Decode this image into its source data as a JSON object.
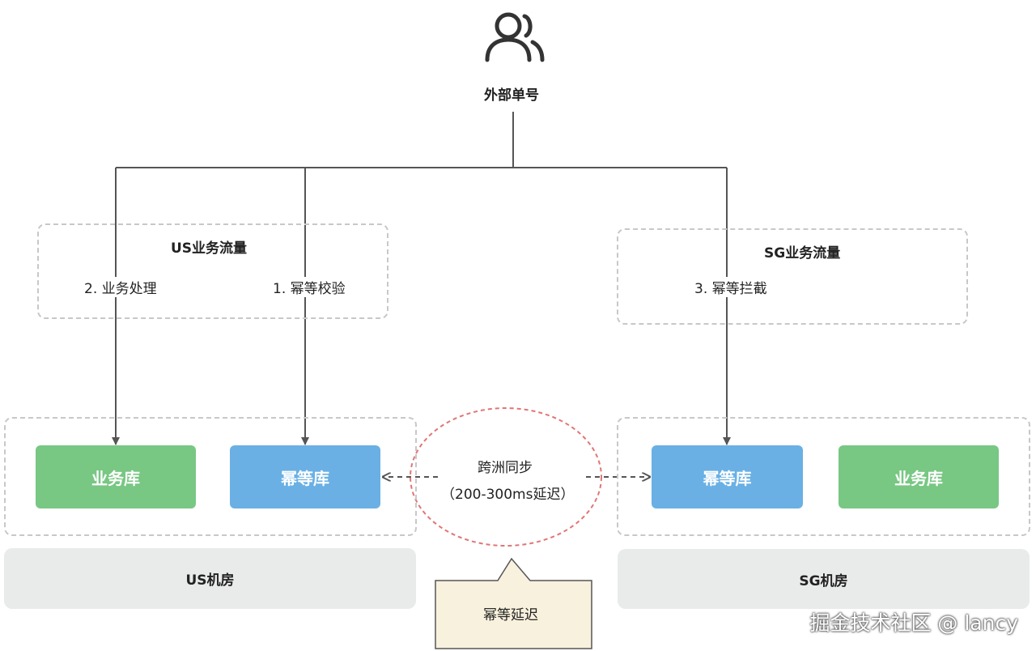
{
  "header": {
    "title": "外部单号"
  },
  "us_traffic": {
    "title": "US业务流量",
    "steps": [
      "2. 业务处理",
      "1. 幂等校验"
    ]
  },
  "sg_traffic": {
    "title": "SG业务流量",
    "steps": [
      "3. 幂等拦截"
    ]
  },
  "us_room": {
    "label": "US机房",
    "business_db": "业务库",
    "idempotent_db": "幂等库"
  },
  "sg_room": {
    "label": "SG机房",
    "business_db": "业务库",
    "idempotent_db": "幂等库"
  },
  "sync": {
    "line1": "跨洲同步",
    "line2": "（200-300ms延迟）"
  },
  "callout": {
    "text": "幂等延迟"
  },
  "watermark": {
    "text": "掘金技术社区 @ lancy"
  },
  "colors": {
    "business_db": "#78c783",
    "idempotent_db": "#6ab0e4",
    "sync_circle": "#e07676",
    "callout_bg": "#f8f1dd",
    "room_bg": "#e9eaea"
  },
  "icons": {
    "user": "user-group-icon"
  }
}
